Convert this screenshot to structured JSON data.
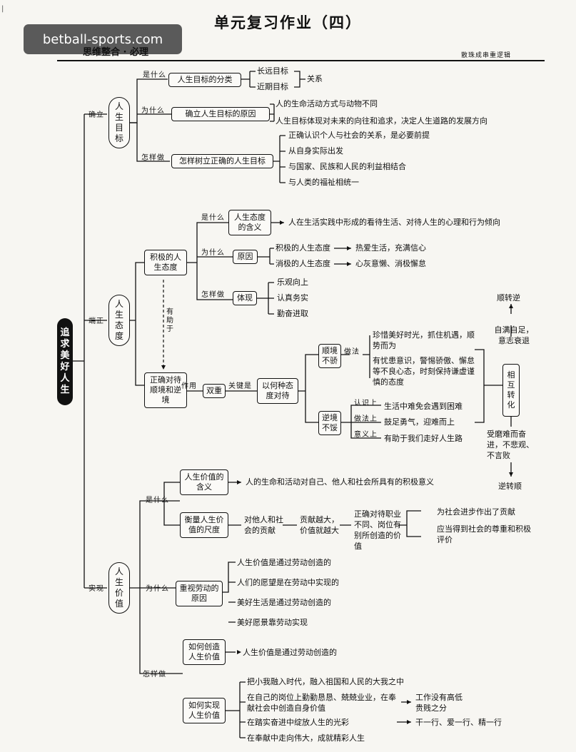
{
  "header": {
    "title": "单元复习作业（四）",
    "watermark": "betball-sports.com",
    "section": "思维整合 · 必理",
    "motto": "散珠成串重逻辑"
  },
  "root": "追求美好人生",
  "branches": {
    "goal": {
      "verb": "确立",
      "topic": "人生目标",
      "what_label": "是什么",
      "what_box": "人生目标的分类",
      "long_term": "长远目标",
      "near_term": "近期目标",
      "relation": "关系",
      "why_label": "为什么",
      "why_box": "确立人生目标的原因",
      "why_items": [
        "人的生命活动方式与动物不同",
        "人生目标体现对未来的向往和追求，决定人生道路的发展方向"
      ],
      "how_label": "怎样做",
      "how_box": "怎样树立正确的人生目标",
      "how_items": [
        "正确认识个人与社会的关系，是必要前提",
        "从自身实际出发",
        "与国家、民族和人民的利益相结合",
        "与人类的福祉相统一"
      ]
    },
    "attitude": {
      "verb": "端正",
      "topic": "人生态度",
      "positive_box": "积极的人生态度",
      "what_label": "是什么",
      "meaning_box": "人生态度的含义",
      "meaning_text": "人在生活实践中形成的看待生活、对待人生的心理和行为倾向",
      "why_label": "为什么",
      "reason_box": "原因",
      "positive": "积极的人生态度",
      "positive_result": "热爱生活，充满信心",
      "negative": "消极的人生态度",
      "negative_result": "心灰意懒、消极懈怠",
      "how_label": "怎样做",
      "show_box": "体现",
      "show_items": [
        "乐观向上",
        "认真务实",
        "勤奋进取"
      ],
      "helps_label": "有助于",
      "adversity_box": "正确对待顺境和逆境",
      "effect_label": "作用",
      "double_box": "双重",
      "key_label": "关键是",
      "key_box": "以何种态度对待",
      "smooth_box": "顺境不骄",
      "smooth_do": "做法",
      "smooth_items": [
        "珍惜美好时光，抓住机遇，顺势而为",
        "有忧患意识，警惕骄傲、懈怠等不良心态，时刻保持谦虚谨慎的态度"
      ],
      "rough_box": "逆境不馁",
      "rough_labels": [
        "认识上",
        "做法上",
        "意义上"
      ],
      "rough_items": [
        "生活中难免会遇到困难",
        "鼓足勇气，迎难而上",
        "有助于我们走好人生路"
      ],
      "transform_box": "相互转化",
      "top_reason": "自满自足，意志衰退",
      "top_result": "顺转逆",
      "bottom_reason": "受磨难而奋进，不悲观、不言败",
      "bottom_result": "逆转顺"
    },
    "value": {
      "verb": "实现",
      "topic": "人生价值",
      "what_label": "是什么",
      "meaning_box": "人生价值的含义",
      "meaning_text": "人的生命和活动对自己、他人和社会所具有的积极意义",
      "measure_box": "衡量人生价值的尺度",
      "measure_a": "对他人和社会的贡献",
      "measure_b": "贡献越大，价值就越大",
      "measure_c": "正确对待职业不同、岗位有别所创造的价值",
      "measure_d1": "为社会进步作出了贡献",
      "measure_d2": "应当得到社会的尊重和积极评价",
      "why_label": "为什么",
      "labor_box": "重视劳动的原因",
      "labor_items": [
        "人生价值是通过劳动创造的",
        "人们的愿望是在劳动中实现的",
        "美好生活是通过劳动创造的",
        "美好愿景靠劳动实现"
      ],
      "how_label": "怎样做",
      "create_box": "如何创造人生价值",
      "create_text": "人生价值是通过劳动创造的",
      "realize_box": "如何实现人生价值",
      "realize_items": [
        "把小我融入时代，融入祖国和人民的大我之中",
        "在自己的岗位上勤勤恳恳、兢兢业业，在奉献社会中创造自身价值",
        "在踏实奋进中绽放人生的光彩",
        "在奉献中走向伟大，成就精彩人生"
      ],
      "job_equal": "工作没有高低贵贱之分",
      "job_love": "干一行、爱一行、精一行"
    }
  }
}
